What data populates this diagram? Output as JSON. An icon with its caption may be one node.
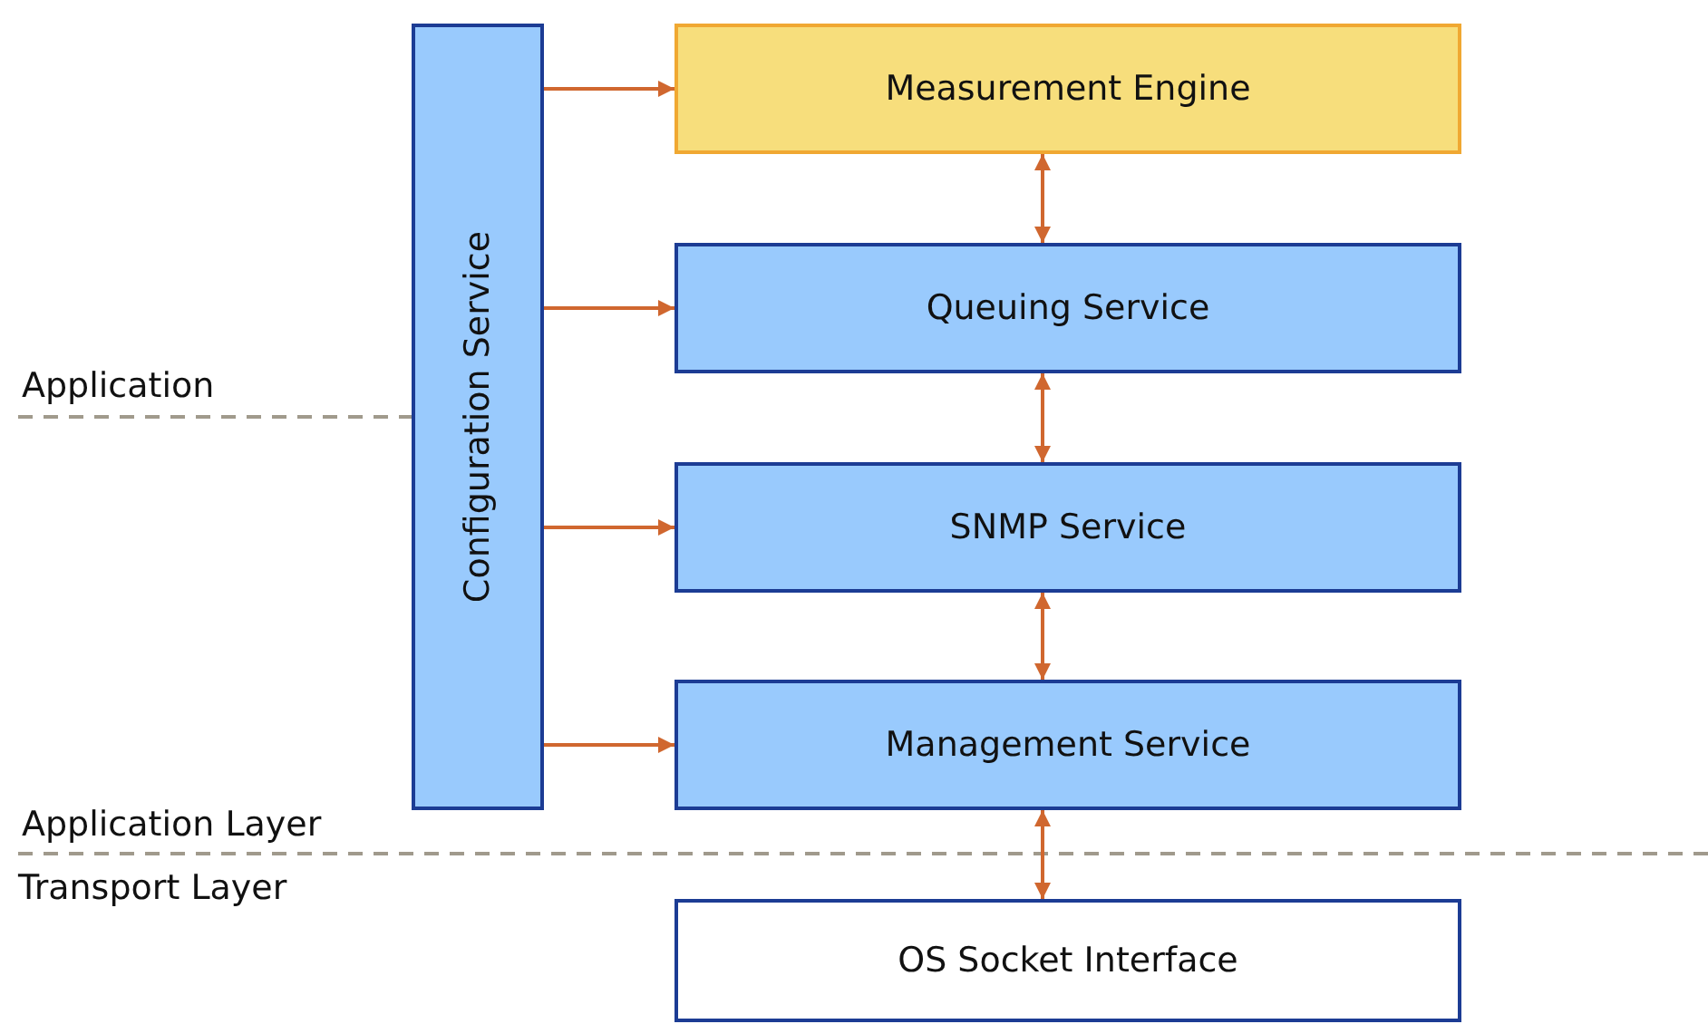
{
  "diagram": {
    "nodes": [
      {
        "text": [
          "Configuration Service"
        ]
      },
      {
        "text": [
          "Measurement Engine"
        ]
      },
      {
        "text": [
          "Queuing Service"
        ]
      },
      {
        "text": [
          "SNMP Service"
        ]
      },
      {
        "text": [
          "Management Service"
        ]
      },
      {
        "text": [
          "OS Socket Interface"
        ]
      }
    ],
    "edges": [
      {
        "from": 0,
        "to": 1,
        "arrow": "to"
      },
      {
        "from": 0,
        "to": 2,
        "arrow": "to"
      },
      {
        "from": 0,
        "to": 3,
        "arrow": "to"
      },
      {
        "from": 0,
        "to": 4,
        "arrow": "to"
      },
      {
        "from": 1,
        "to": 2,
        "arrow": "both"
      },
      {
        "from": 2,
        "to": 3,
        "arrow": "both"
      },
      {
        "from": 3,
        "to": 4,
        "arrow": "both"
      },
      {
        "from": 4,
        "to": 5,
        "arrow": "both"
      }
    ],
    "labels": [
      "Application",
      "Application Layer",
      "Transport Layer"
    ]
  }
}
